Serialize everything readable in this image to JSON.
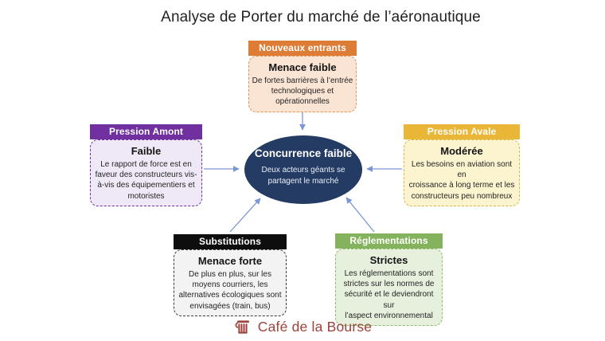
{
  "title": "Analyse de Porter du marché de l’aéronautique",
  "center": {
    "title": "Concurrence faible",
    "body": "Deux acteurs géants se\npartagent le marché",
    "bg": "#243b63"
  },
  "forces": [
    {
      "id": "nouveaux-entrants",
      "header": "Nouveaux entrants",
      "level": "Menace faible",
      "body": "De fortes barrières à l’entrée\ntechnologiques et\nopérationnelles",
      "header_bg": "#dc7c35",
      "box_bg": "#fae4d3",
      "box_border": "#e09459"
    },
    {
      "id": "pression-amont",
      "header": "Pression Amont",
      "level": "Faible",
      "body": "Le rapport de force est en\nfaveur des constructeurs vis-\nà-vis des équipementiers et\nmotoristes",
      "header_bg": "#7030a0",
      "box_bg": "#efe9f7",
      "box_border": "#7030a0"
    },
    {
      "id": "pression-avale",
      "header": "Pression Avale",
      "level": "Modérée",
      "body": "Les besoins en aviation sont en\ncroissance à long terme et les\nconstructeurs peu nombreux",
      "header_bg": "#e9b637",
      "box_bg": "#fcf3cf",
      "box_border": "#d9b84a"
    },
    {
      "id": "substitutions",
      "header": "Substitutions",
      "level": "Menace forte",
      "body": "De plus en plus, sur les\nmoyens courriers, les\nalternatives écologiques sont\nenvisagées (train, bus)",
      "header_bg": "#0e0e0e",
      "box_bg": "#f3f3f3",
      "box_border": "#3a3a3a"
    },
    {
      "id": "reglementations",
      "header": "Réglementations",
      "level": "Strictes",
      "body": "Les réglementations sont\nstrictes sur les normes de\nsécurité et le deviendront sur\nl’aspect environnemental",
      "header_bg": "#85b35d",
      "box_bg": "#e6f0dd",
      "box_border": "#8fbc6b"
    }
  ],
  "brand": {
    "icon": "coffee-cup-icon",
    "text": "Café de la Bourse",
    "color": "#9c423c"
  },
  "colors": {
    "arrow_blue": "#7b96d4",
    "title_text": "#222222",
    "background": "#ffffff"
  }
}
